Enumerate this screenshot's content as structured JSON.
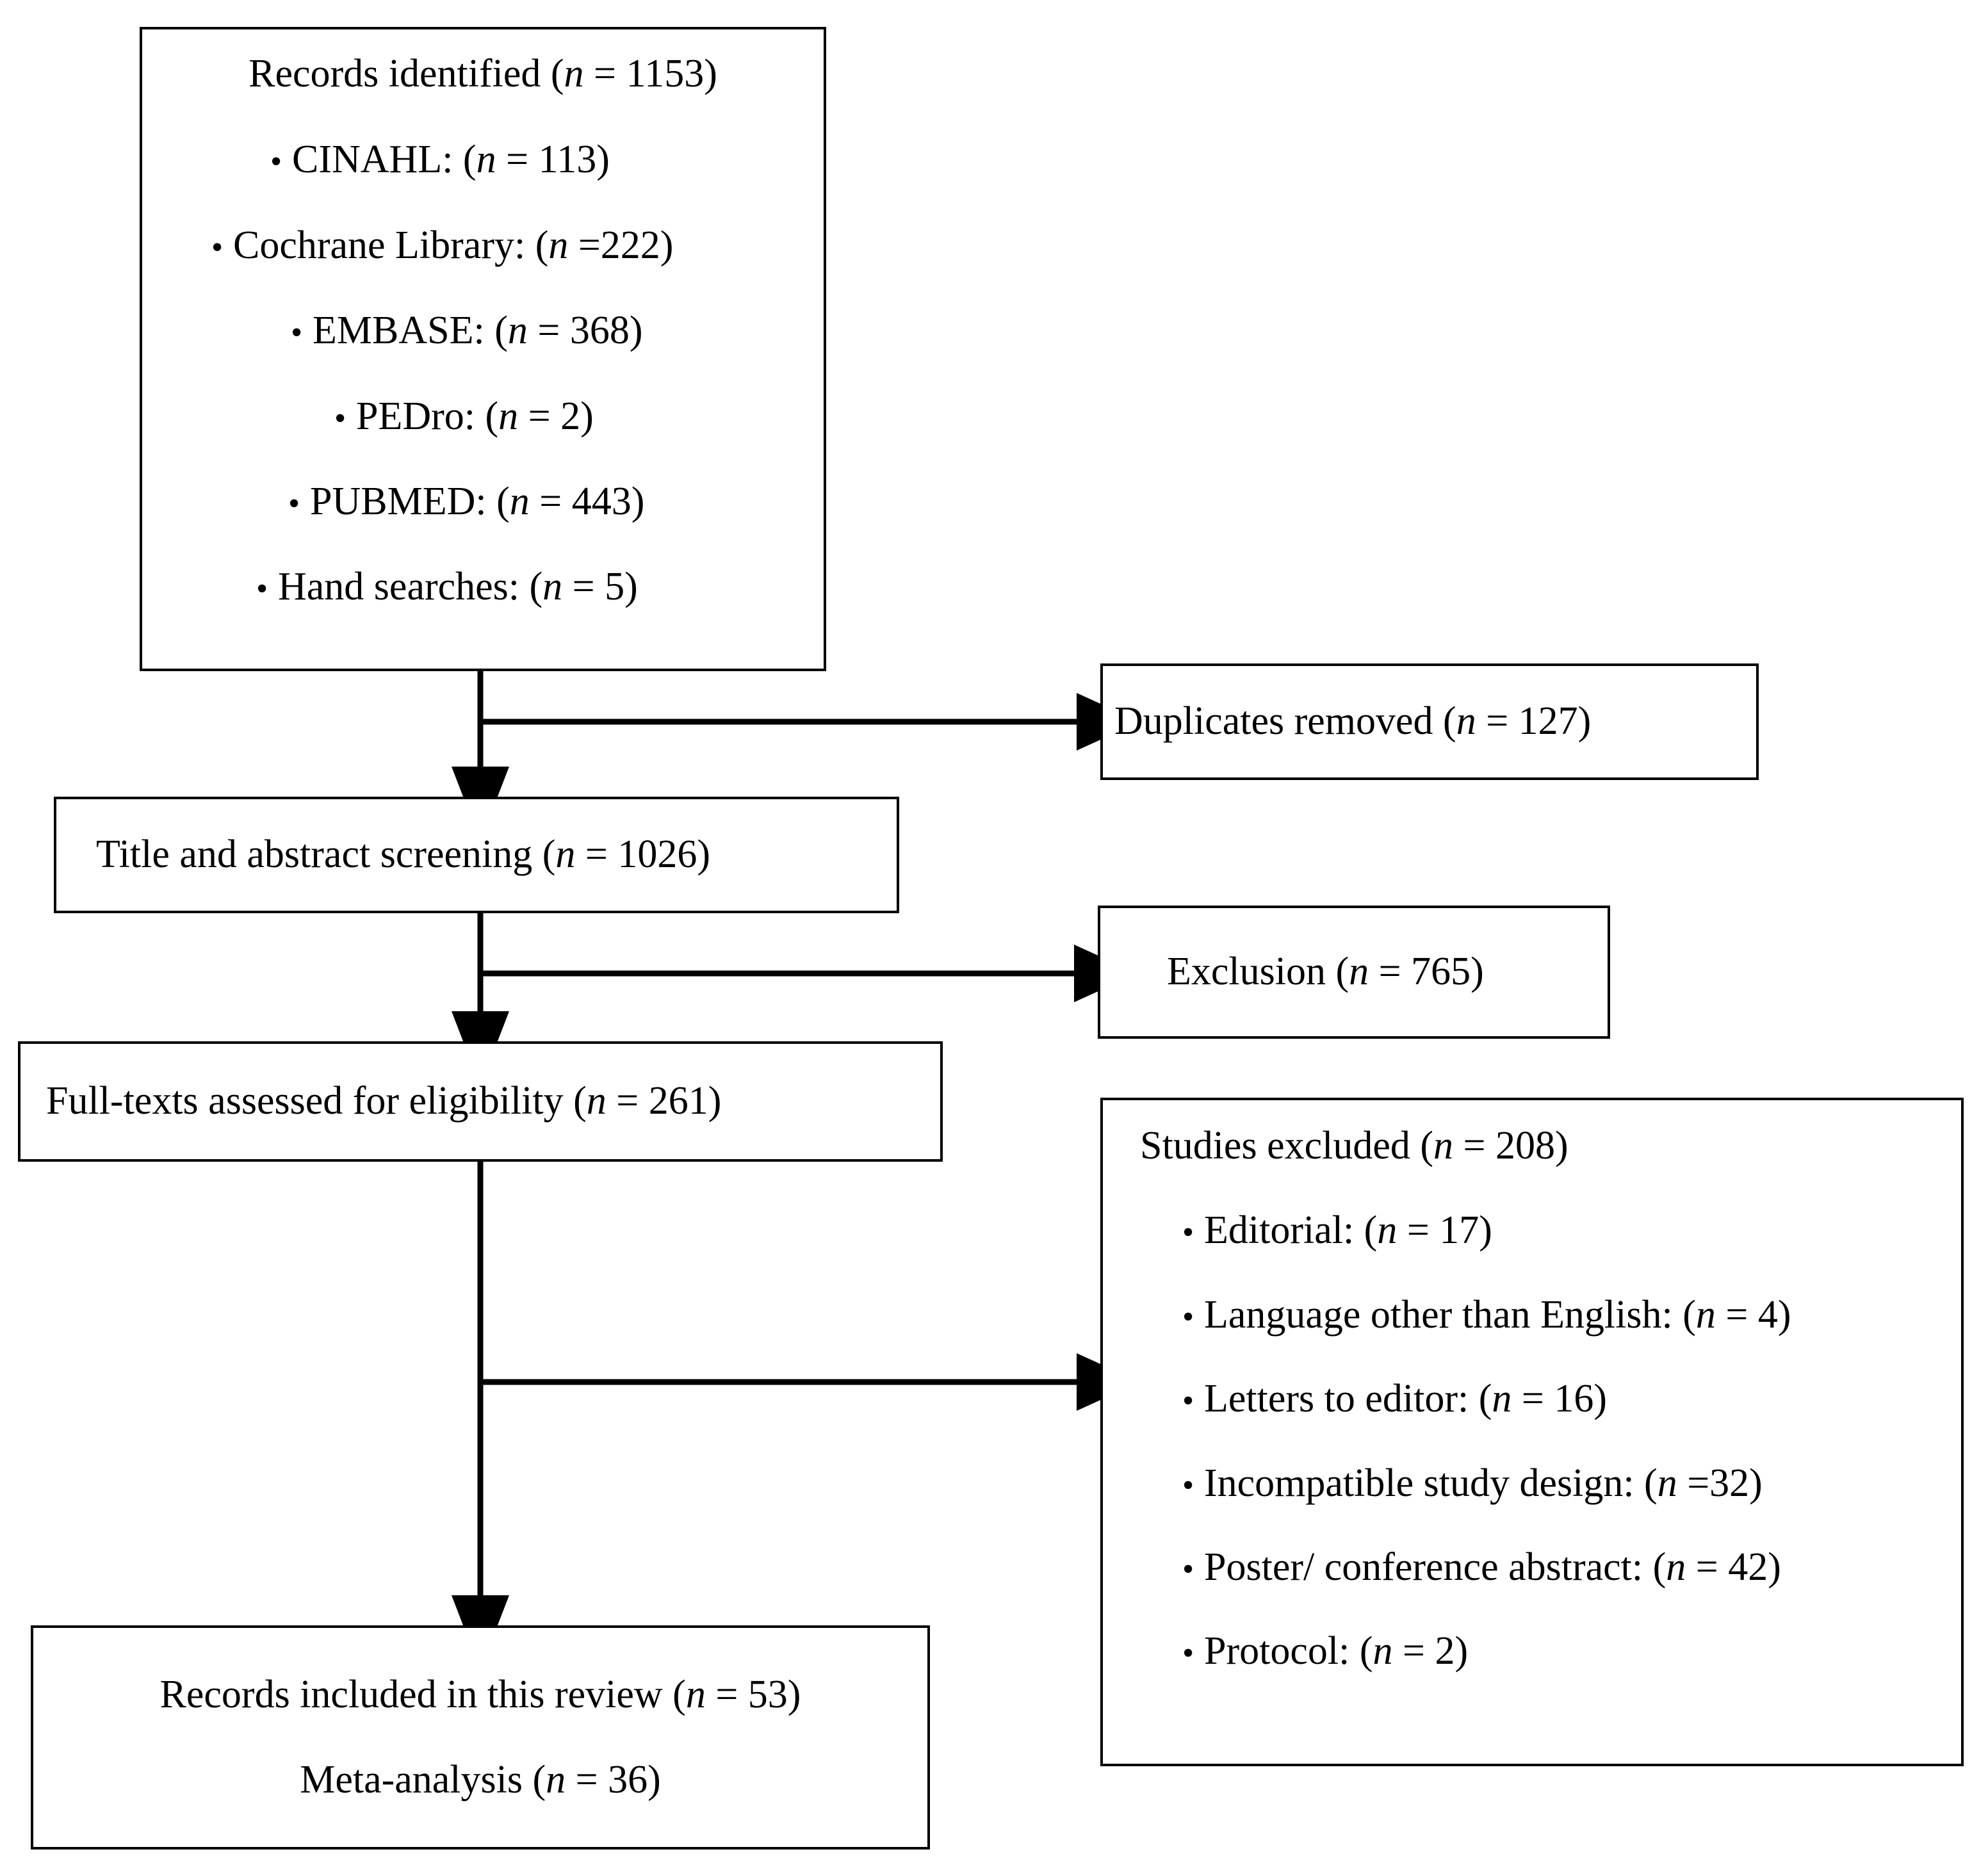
{
  "diagram": {
    "type": "prisma-flow-diagram",
    "colors": {
      "stroke": "#000000",
      "background": "#ffffff",
      "text": "#000000"
    },
    "boxes": {
      "records_identified": {
        "title": "Records identified (n = 1153)",
        "title_prefix": "Records identified (",
        "title_var": "n",
        "title_suffix": " = 1153)",
        "sources": [
          "CINAHL: (n = 113)",
          "Cochrane Library: (n =222)",
          "EMBASE: (n = 368)",
          "PEDro: (n = 2)",
          "PUBMED: (n = 443)",
          "Hand searches: (n = 5)"
        ],
        "source_counts": {
          "CINAHL": 113,
          "Cochrane Library": 222,
          "EMBASE": 368,
          "PEDro": 2,
          "PUBMED": 443,
          "Hand searches": 5
        },
        "total": 1153
      },
      "duplicates_removed": {
        "title": "Duplicates removed (n = 127)",
        "count": 127
      },
      "title_abstract_screening": {
        "title": "Title and abstract screening (n = 1026)",
        "count": 1026
      },
      "exclusion": {
        "title": "Exclusion (n = 765)",
        "count": 765
      },
      "fulltexts_assessed": {
        "title": "Full-texts assessed for eligibility (n = 261)",
        "count": 261
      },
      "studies_excluded": {
        "title": "Studies excluded (n = 208)",
        "count": 208,
        "reasons": [
          "Editorial: (n = 17)",
          "Language other than English: (n = 4)",
          "Letters to editor: (n = 16)",
          "Incompatible study design: (n =32)",
          "Poster/ conference abstract: (n = 42)",
          "Protocol: (n = 2)"
        ],
        "reason_counts": {
          "Editorial": 17,
          "Language other than English": 4,
          "Letters to editor": 16,
          "Incompatible study design": 32,
          "Poster/ conference abstract": 42,
          "Protocol": 2
        }
      },
      "records_included": {
        "line1": "Records included in this review (n = 53)",
        "line2": "Meta-analysis (n = 36)",
        "included_count": 53,
        "meta_analysis_count": 36
      }
    },
    "bullet_glyph": "•",
    "arrows": [
      {
        "from": "records_identified",
        "to": "duplicates_removed"
      },
      {
        "from": "records_identified",
        "to": "title_abstract_screening"
      },
      {
        "from": "title_abstract_screening",
        "to": "exclusion"
      },
      {
        "from": "title_abstract_screening",
        "to": "fulltexts_assessed"
      },
      {
        "from": "fulltexts_assessed",
        "to": "studies_excluded"
      },
      {
        "from": "fulltexts_assessed",
        "to": "records_included"
      }
    ]
  }
}
